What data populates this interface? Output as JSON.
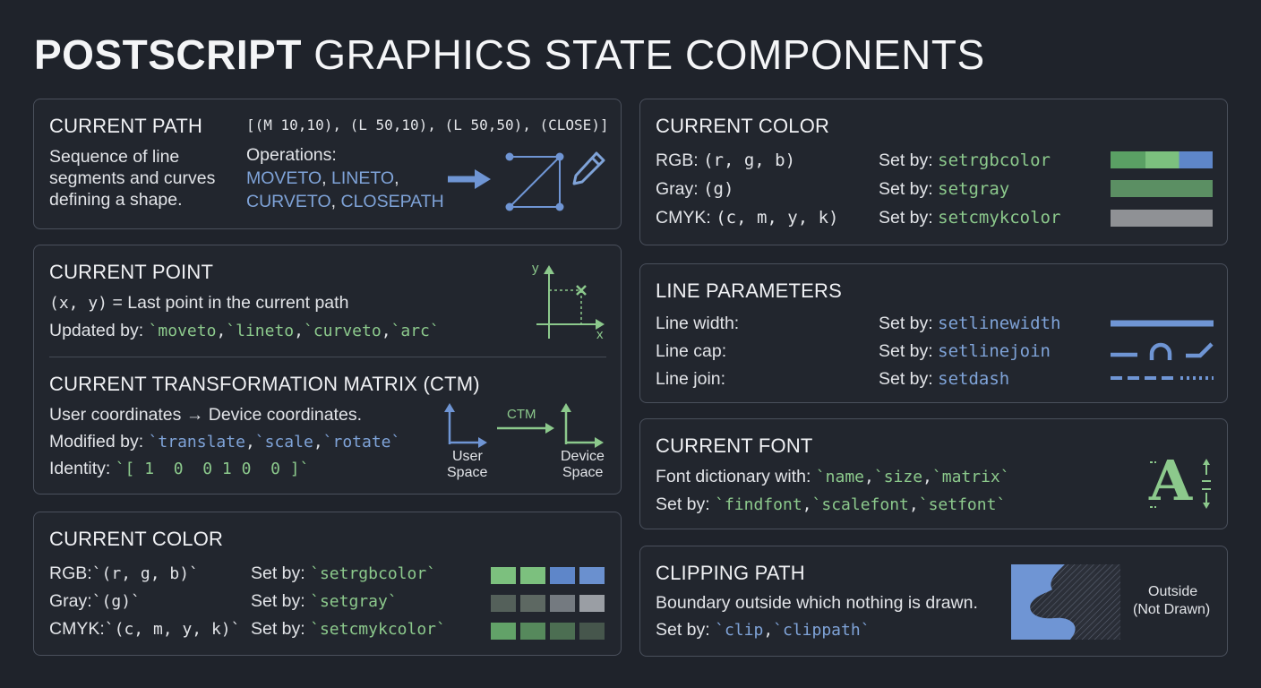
{
  "title": {
    "bold": "POSTSCRIPT",
    "light": "GRAPHICS STATE COMPONENTS"
  },
  "current_path": {
    "heading": "CURRENT PATH",
    "code": "[(M 10,10), (L 50,10), (L 50,50), (CLOSE)]",
    "desc_line1": "Sequence of line",
    "desc_line2": "segments and curves",
    "desc_line3": "defining a shape.",
    "ops_label": "Operations:",
    "op_moveto": "MOVETO",
    "op_lineto": "LINETO",
    "op_curveto": "CURVETO",
    "op_closepath": "CLOSEPATH",
    "comma": ","
  },
  "current_point": {
    "heading": "CURRENT POINT",
    "xy": "(x, y)",
    "desc": "= Last point in the current path",
    "updated_label": "Updated by:",
    "ops": [
      "`moveto",
      ",",
      "`lineto",
      ",",
      "`curveto",
      ",",
      "`arc",
      "`"
    ],
    "axis_y": "y",
    "axis_x": "x"
  },
  "ctm": {
    "heading": "CURRENT TRANSFORMATION MATRIX (CTM)",
    "line1": "User coordinates → Device coordinates.",
    "modified_label": "Modified by:",
    "ops": [
      "`translate",
      ",",
      "`scale",
      ",",
      "`rotate",
      "`"
    ],
    "identity_label": "Identity:",
    "identity_value": "`[ 1  0  0 1 0  0 ]`",
    "arrow_label": "CTM",
    "user_space_1": "User",
    "user_space_2": "Space",
    "device_space_1": "Device",
    "device_space_2": "Space"
  },
  "color_left": {
    "heading": "CURRENT COLOR",
    "rows": [
      {
        "label": "RGB:",
        "value": "`(r, g, b)`",
        "set_by": "Set by:",
        "op": "`setrgbcolor`"
      },
      {
        "label": "Gray:",
        "value": "`(g)`",
        "set_by": "Set by:",
        "op": "`setgray`"
      },
      {
        "label": "CMYK:",
        "value": "`(c, m, y, k)`",
        "set_by": "Set by:",
        "op": "`setcmykcolor`"
      }
    ],
    "swatches": [
      [
        "#7cc07e",
        "#7cc07e",
        "#5e86c9",
        "#6a90cf"
      ],
      [
        "#54605a",
        "#5d6862",
        "#747a80",
        "#9a9ea4"
      ],
      [
        "#62a268",
        "#56895c",
        "#4c6e52",
        "#46564c"
      ]
    ]
  },
  "color_right": {
    "heading": "CURRENT COLOR",
    "rows": [
      {
        "label": "RGB:",
        "value": "(r, g, b)",
        "set_by": "Set by:",
        "op": "setrgbcolor"
      },
      {
        "label": "Gray:",
        "value": "(g)",
        "set_by": "Set by:",
        "op": "setgray"
      },
      {
        "label": "CMYK:",
        "value": "(c, m, y, k)",
        "set_by": "Set by:",
        "op": "setcmykcolor"
      }
    ],
    "bar_colors": [
      "#5aa064",
      "#7cc07e",
      "#5e86c9",
      "#5b8f63",
      "#8f9195"
    ]
  },
  "line_params": {
    "heading": "LINE PARAMETERS",
    "rows": [
      {
        "label": "Line width:",
        "set_by": "Set by:",
        "op": "setlinewidth"
      },
      {
        "label": "Line cap:",
        "set_by": "Set by:",
        "op": "setlinejoin"
      },
      {
        "label": "Line join:",
        "set_by": "Set by:",
        "op": "setdash"
      }
    ],
    "accent": "#6f95d4"
  },
  "current_font": {
    "heading": "CURRENT FONT",
    "dict_label": "Font dictionary with:",
    "dict_ops": [
      "`name",
      ",",
      "`size",
      ",",
      "`matrix",
      "`"
    ],
    "set_label": "Set by:",
    "set_ops": [
      "`findfont",
      ",",
      "`scalefont",
      ",",
      "`setfont",
      "`"
    ],
    "glyph": "A"
  },
  "clipping": {
    "heading": "CLIPPING PATH",
    "desc": "Boundary outside which nothing is drawn.",
    "set_label": "Set by:",
    "ops": [
      "`clip",
      ",",
      "`clippath",
      "`"
    ],
    "outside_1": "Outside",
    "outside_2": "(Not Drawn)"
  },
  "colors": {
    "background": "#1f232b",
    "green": "#8cc98c",
    "blue": "#7fa3d8",
    "border": "#4a505c"
  }
}
